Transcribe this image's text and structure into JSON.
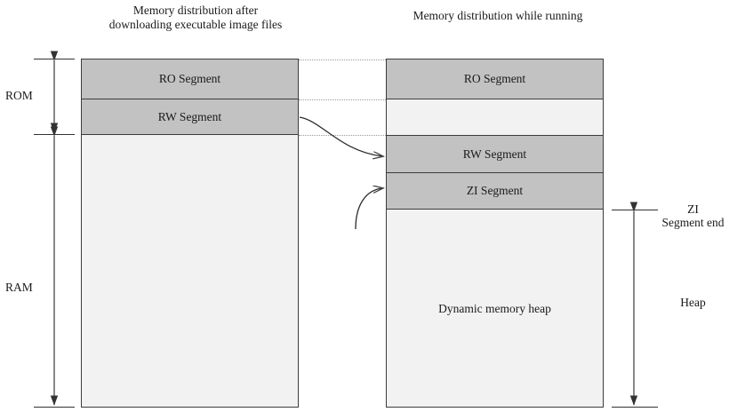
{
  "diagram": {
    "titles": {
      "left": "Memory distribution after downloading executable image files",
      "right": "Memory distribution while running"
    },
    "left_box": {
      "segments": [
        {
          "label": "RO Segment",
          "fill": "#c2c2c2"
        },
        {
          "label": "RW Segment",
          "fill": "#c2c2c2"
        },
        {
          "label": "",
          "fill": "#f2f2f2"
        }
      ]
    },
    "right_box": {
      "segments": [
        {
          "label": "RO Segment",
          "fill": "#c2c2c2"
        },
        {
          "label": "",
          "fill": "#f2f2f2"
        },
        {
          "label": "RW Segment",
          "fill": "#c2c2c2"
        },
        {
          "label": "ZI Segment",
          "fill": "#c2c2c2"
        },
        {
          "label": "Dynamic memory heap",
          "fill": "#f2f2f2"
        }
      ],
      "heap_label": "Dynamic memory heap"
    },
    "left_axis": {
      "rom_label": "ROM",
      "ram_label": "RAM"
    },
    "right_axis": {
      "top_label": "ZI\nSegment end",
      "span_label": "Heap"
    },
    "colors": {
      "segment_fill": "#c2c2c2",
      "empty_fill": "#f2f2f2",
      "border": "#3c3c3c",
      "dotted": "#9a9a9a",
      "arrow": "#333333",
      "background": "#ffffff"
    }
  }
}
